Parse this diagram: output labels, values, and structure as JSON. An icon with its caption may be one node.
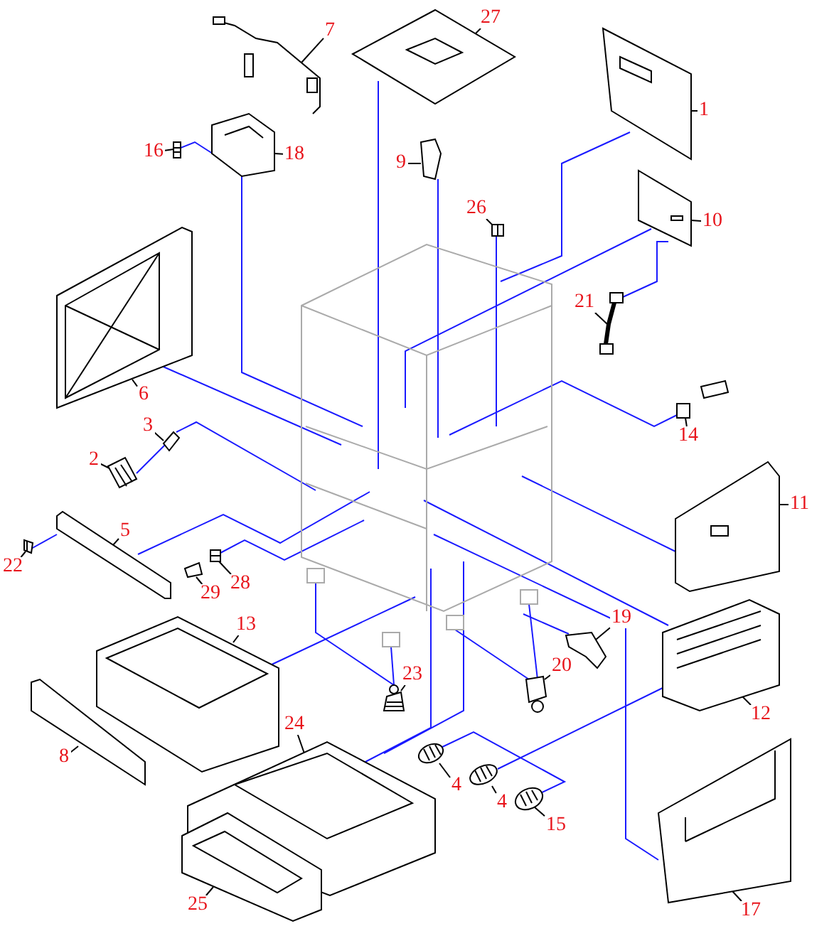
{
  "diagram": {
    "nodes": [
      {
        "text": [
          "27"
        ]
      },
      {
        "text": [
          "7"
        ]
      },
      {
        "text": [
          "1"
        ]
      },
      {
        "text": [
          "16"
        ]
      },
      {
        "text": [
          "18"
        ]
      },
      {
        "text": [
          "9"
        ]
      },
      {
        "text": [
          "26"
        ]
      },
      {
        "text": [
          "10"
        ]
      },
      {
        "text": [
          "21"
        ]
      },
      {
        "text": [
          "6"
        ]
      },
      {
        "text": [
          "3"
        ]
      },
      {
        "text": [
          "14"
        ]
      },
      {
        "text": [
          "2"
        ]
      },
      {
        "text": [
          "11"
        ]
      },
      {
        "text": [
          "5"
        ]
      },
      {
        "text": [
          "22"
        ]
      },
      {
        "text": [
          "28"
        ]
      },
      {
        "text": [
          "29"
        ]
      },
      {
        "text": [
          "13"
        ]
      },
      {
        "text": [
          "19"
        ]
      },
      {
        "text": [
          "20"
        ]
      },
      {
        "text": [
          "23"
        ]
      },
      {
        "text": [
          "12"
        ]
      },
      {
        "text": [
          "24"
        ]
      },
      {
        "text": [
          "8"
        ]
      },
      {
        "text": [
          "4"
        ]
      },
      {
        "text": [
          "4"
        ]
      },
      {
        "text": [
          "15"
        ]
      },
      {
        "text": [
          "25"
        ]
      },
      {
        "text": [
          "17"
        ]
      },
      {
        "text": [],
        "shape": "picture"
      },
      {
        "text": [],
        "shape": "picture"
      },
      {
        "text": [],
        "shape": "picture"
      },
      {
        "text": [],
        "shape": "picture"
      },
      {
        "text": [],
        "shape": "picture"
      },
      {
        "text": [],
        "shape": "picture"
      },
      {
        "text": [],
        "shape": "picture"
      },
      {
        "text": [],
        "shape": "picture"
      },
      {
        "text": [],
        "shape": "picture"
      },
      {
        "text": [],
        "shape": "picture"
      },
      {
        "text": [],
        "shape": "picture"
      },
      {
        "text": [],
        "shape": "picture"
      },
      {
        "text": [],
        "shape": "picture"
      },
      {
        "text": [],
        "shape": "picture"
      },
      {
        "text": [],
        "shape": "picture"
      },
      {
        "text": [],
        "shape": "picture"
      },
      {
        "text": [],
        "shape": "picture"
      },
      {
        "text": [],
        "shape": "picture"
      },
      {
        "text": [],
        "shape": "picture"
      },
      {
        "text": [],
        "shape": "picture"
      },
      {
        "text": [],
        "shape": "picture"
      },
      {
        "text": [],
        "shape": "picture"
      },
      {
        "text": [],
        "shape": "picture"
      },
      {
        "text": [],
        "shape": "picture"
      },
      {
        "text": [],
        "shape": "picture"
      },
      {
        "text": [],
        "shape": "picture"
      },
      {
        "text": [],
        "shape": "picture"
      },
      {
        "text": [],
        "shape": "picture"
      },
      {
        "text": [],
        "shape": "picture"
      },
      {
        "text": [],
        "shape": "picture"
      },
      {
        "text": [],
        "shape": "picture"
      }
    ],
    "edges": [
      {
        "from": 0,
        "to": 30,
        "arrow": "none",
        "color": "#000000"
      },
      {
        "from": 1,
        "to": 31,
        "arrow": "none",
        "color": "#000000"
      },
      {
        "from": 2,
        "to": 32,
        "arrow": "none",
        "color": "#000000"
      },
      {
        "from": 3,
        "to": 33,
        "arrow": "none",
        "color": "#000000"
      },
      {
        "from": 4,
        "to": 34,
        "arrow": "none",
        "color": "#000000"
      },
      {
        "from": 5,
        "to": 35,
        "arrow": "none",
        "color": "#000000"
      },
      {
        "from": 6,
        "to": 36,
        "arrow": "none",
        "color": "#000000"
      },
      {
        "from": 7,
        "to": 37,
        "arrow": "none",
        "color": "#000000"
      },
      {
        "from": 8,
        "to": 38,
        "arrow": "none",
        "color": "#000000"
      },
      {
        "from": 9,
        "to": 39,
        "arrow": "none",
        "color": "#000000"
      },
      {
        "from": 10,
        "to": 40,
        "arrow": "none",
        "color": "#000000"
      },
      {
        "from": 11,
        "to": 41,
        "arrow": "none",
        "color": "#000000"
      },
      {
        "from": 12,
        "to": 42,
        "arrow": "none",
        "color": "#000000"
      },
      {
        "from": 13,
        "to": 43,
        "arrow": "none",
        "color": "#000000"
      },
      {
        "from": 14,
        "to": 44,
        "arrow": "none",
        "color": "#000000"
      },
      {
        "from": 15,
        "to": 45,
        "arrow": "none",
        "color": "#000000"
      },
      {
        "from": 16,
        "to": 46,
        "arrow": "none",
        "color": "#000000"
      },
      {
        "from": 17,
        "to": 47,
        "arrow": "none",
        "color": "#000000"
      },
      {
        "from": 18,
        "to": 48,
        "arrow": "none",
        "color": "#000000"
      },
      {
        "from": 19,
        "to": 49,
        "arrow": "none",
        "color": "#000000"
      },
      {
        "from": 20,
        "to": 50,
        "arrow": "none",
        "color": "#000000"
      },
      {
        "from": 21,
        "to": 51,
        "arrow": "none",
        "color": "#000000"
      },
      {
        "from": 22,
        "to": 52,
        "arrow": "none",
        "color": "#000000"
      },
      {
        "from": 23,
        "to": 53,
        "arrow": "none",
        "color": "#000000"
      },
      {
        "from": 24,
        "to": 54,
        "arrow": "none",
        "color": "#000000"
      },
      {
        "from": 25,
        "to": 55,
        "arrow": "none",
        "color": "#000000"
      },
      {
        "from": 26,
        "to": 56,
        "arrow": "none",
        "color": "#000000"
      },
      {
        "from": 27,
        "to": 57,
        "arrow": "none",
        "color": "#000000"
      },
      {
        "from": 28,
        "to": 58,
        "arrow": "none",
        "color": "#000000"
      },
      {
        "from": 29,
        "to": 59,
        "arrow": "none",
        "color": "#000000"
      },
      {
        "from": 32,
        "to": 60,
        "arrow": "none",
        "color": "#1a1aff"
      },
      {
        "from": 30,
        "to": 60,
        "arrow": "none",
        "color": "#1a1aff"
      },
      {
        "from": 35,
        "to": 60,
        "arrow": "none",
        "color": "#1a1aff"
      },
      {
        "from": 36,
        "to": 60,
        "arrow": "none",
        "color": "#1a1aff"
      },
      {
        "from": 34,
        "to": 60,
        "arrow": "none",
        "color": "#1a1aff"
      },
      {
        "from": 39,
        "to": 60,
        "arrow": "none",
        "color": "#1a1aff"
      },
      {
        "from": 33,
        "to": 34,
        "arrow": "none",
        "color": "#1a1aff"
      },
      {
        "from": 37,
        "to": 60,
        "arrow": "none",
        "color": "#1a1aff"
      },
      {
        "from": 37,
        "to": 38,
        "arrow": "none",
        "color": "#1a1aff"
      },
      {
        "from": 41,
        "to": 60,
        "arrow": "none",
        "color": "#1a1aff"
      },
      {
        "from": 43,
        "to": 60,
        "arrow": "none",
        "color": "#1a1aff"
      },
      {
        "from": 52,
        "to": 60,
        "arrow": "none",
        "color": "#1a1aff"
      },
      {
        "from": 59,
        "to": 60,
        "arrow": "none",
        "color": "#1a1aff"
      },
      {
        "from": 40,
        "to": 60,
        "arrow": "none",
        "color": "#1a1aff"
      },
      {
        "from": 42,
        "to": 40,
        "arrow": "none",
        "color": "#1a1aff"
      },
      {
        "from": 44,
        "to": 60,
        "arrow": "none",
        "color": "#1a1aff"
      },
      {
        "from": 45,
        "to": 44,
        "arrow": "none",
        "color": "#1a1aff"
      },
      {
        "from": 46,
        "to": 60,
        "arrow": "none",
        "color": "#1a1aff"
      },
      {
        "from": 48,
        "to": 60,
        "arrow": "none",
        "color": "#1a1aff"
      },
      {
        "from": 51,
        "to": 60,
        "arrow": "none",
        "color": "#1a1aff"
      },
      {
        "from": 51,
        "to": 60,
        "arrow": "none",
        "color": "#1a1aff"
      },
      {
        "from": 50,
        "to": 60,
        "arrow": "none",
        "color": "#1a1aff"
      },
      {
        "from": 50,
        "to": 60,
        "arrow": "none",
        "color": "#1a1aff"
      },
      {
        "from": 49,
        "to": 60,
        "arrow": "none",
        "color": "#1a1aff"
      },
      {
        "from": 53,
        "to": 60,
        "arrow": "none",
        "color": "#1a1aff"
      },
      {
        "from": 53,
        "to": 60,
        "arrow": "none",
        "color": "#1a1aff"
      },
      {
        "from": 55,
        "to": 57,
        "arrow": "none",
        "color": "#1a1aff"
      },
      {
        "from": 56,
        "to": 52,
        "arrow": "none",
        "color": "#1a1aff"
      }
    ]
  }
}
